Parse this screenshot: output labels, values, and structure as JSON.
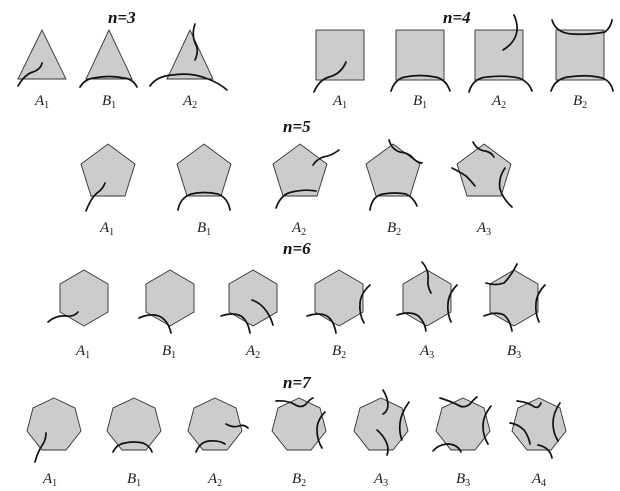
{
  "colors": {
    "polygon_fill": "#cccccc",
    "polygon_stroke": "#333333",
    "curve": "#111111",
    "text": "#1a1a1a"
  },
  "rows": [
    {
      "title": "n=3",
      "sides": 3,
      "items": [
        {
          "letter": "A",
          "sub": "1"
        },
        {
          "letter": "B",
          "sub": "1"
        },
        {
          "letter": "A",
          "sub": "2"
        }
      ]
    },
    {
      "title": "n=4",
      "sides": 4,
      "items": [
        {
          "letter": "A",
          "sub": "1"
        },
        {
          "letter": "B",
          "sub": "1"
        },
        {
          "letter": "A",
          "sub": "2"
        },
        {
          "letter": "B",
          "sub": "2"
        }
      ]
    },
    {
      "title": "n=5",
      "sides": 5,
      "items": [
        {
          "letter": "A",
          "sub": "1"
        },
        {
          "letter": "B",
          "sub": "1"
        },
        {
          "letter": "A",
          "sub": "2"
        },
        {
          "letter": "B",
          "sub": "2"
        },
        {
          "letter": "A",
          "sub": "3"
        }
      ]
    },
    {
      "title": "n=6",
      "sides": 6,
      "items": [
        {
          "letter": "A",
          "sub": "1"
        },
        {
          "letter": "B",
          "sub": "1"
        },
        {
          "letter": "A",
          "sub": "2"
        },
        {
          "letter": "B",
          "sub": "2"
        },
        {
          "letter": "A",
          "sub": "3"
        },
        {
          "letter": "B",
          "sub": "3"
        }
      ]
    },
    {
      "title": "n=7",
      "sides": 7,
      "items": [
        {
          "letter": "A",
          "sub": "1"
        },
        {
          "letter": "B",
          "sub": "1"
        },
        {
          "letter": "A",
          "sub": "2"
        },
        {
          "letter": "B",
          "sub": "2"
        },
        {
          "letter": "A",
          "sub": "3"
        },
        {
          "letter": "B",
          "sub": "3"
        },
        {
          "letter": "A",
          "sub": "4"
        }
      ]
    }
  ]
}
